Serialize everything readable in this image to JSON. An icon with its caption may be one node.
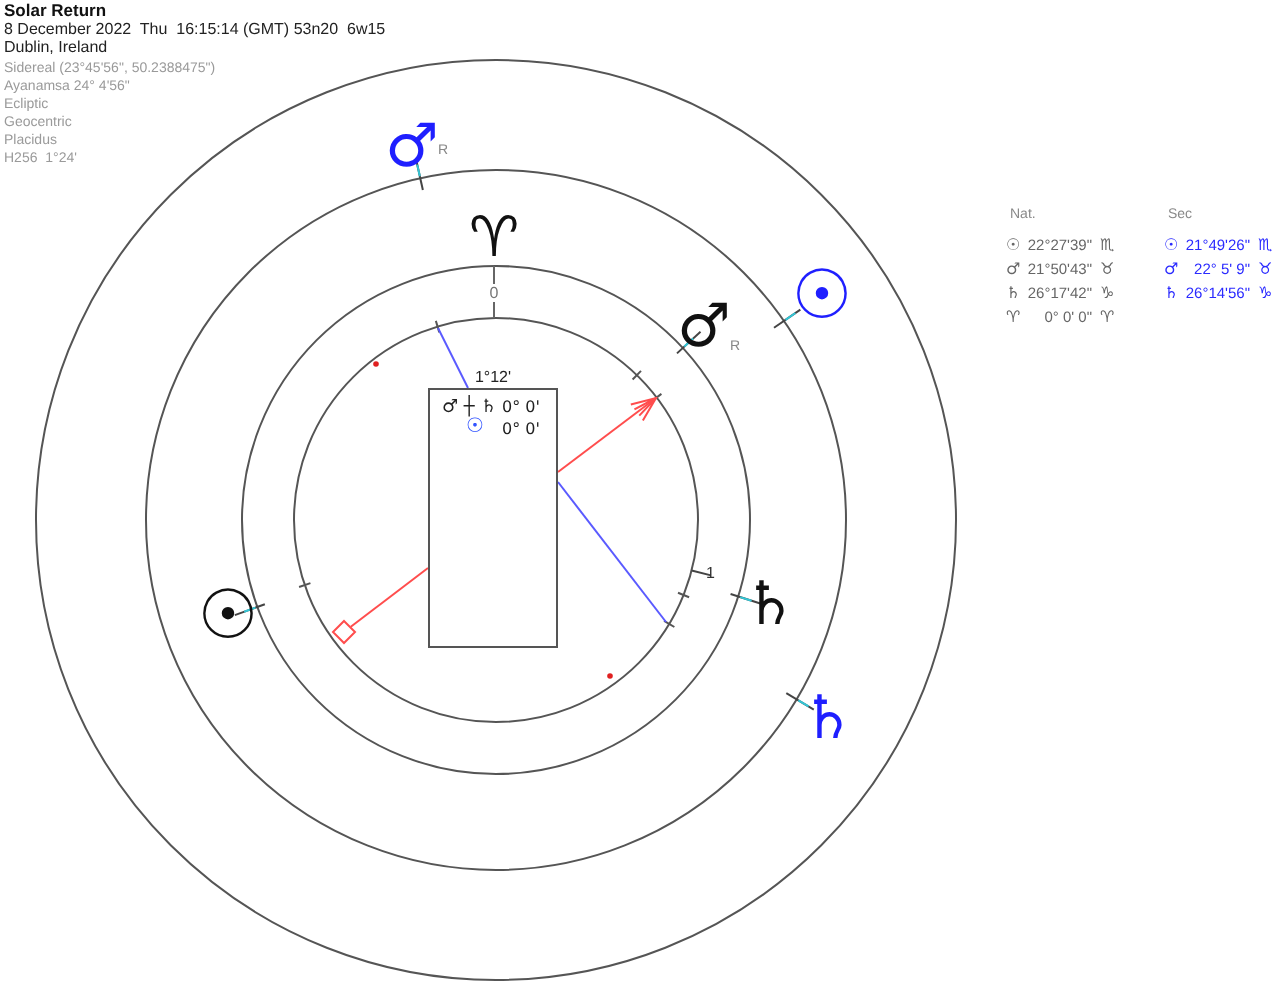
{
  "diagram": {
    "title": "Solar Return",
    "nodes": [
      {
        "text": [
          "♂ ┼ ♄",
          "0° 0'",
          "☉",
          "0° 0'"
        ],
        "beside": [
          "1°12'"
        ]
      },
      {
        "text": [],
        "shape": "diamond"
      }
    ],
    "edges": [
      {
        "from": 0,
        "to": null,
        "arrow": "none",
        "color": "#5a5aff"
      },
      {
        "from": 0,
        "to": null,
        "arrow": "to",
        "color": "#ff4d4d"
      },
      {
        "from": 0,
        "to": null,
        "arrow": "none",
        "color": "#5a5aff"
      },
      {
        "from": 0,
        "to": 1,
        "arrow": "none",
        "color": "#ff4d4d"
      }
    ],
    "labels": [
      "8 December 2022  Thu  16:15:14 (GMT) 53n20  6w15",
      "Dublin, Ireland",
      "Sidereal (23°45'56\", 50.2388475\")",
      "Ayanamsa 24° 4'56\"",
      "Ecliptic",
      "Geocentric",
      "Placidus",
      "H256  1°24'",
      "Nat.",
      "Sec",
      "☉",
      "22°27'39\"",
      "♏",
      "☉",
      "21°49'26\"",
      "♏",
      "♂",
      "21°50'43\"",
      "♉",
      "♂",
      "22° 5' 9\"",
      "♉",
      "♄",
      "26°17'42\"",
      "♑",
      "♄",
      "26°14'56\"",
      "♑",
      "♈",
      "0° 0' 0\"",
      "♈",
      "♂",
      "R",
      "♈",
      "☉",
      "0",
      "♂",
      "R",
      "1",
      "☉",
      "♄",
      "♄"
    ]
  }
}
